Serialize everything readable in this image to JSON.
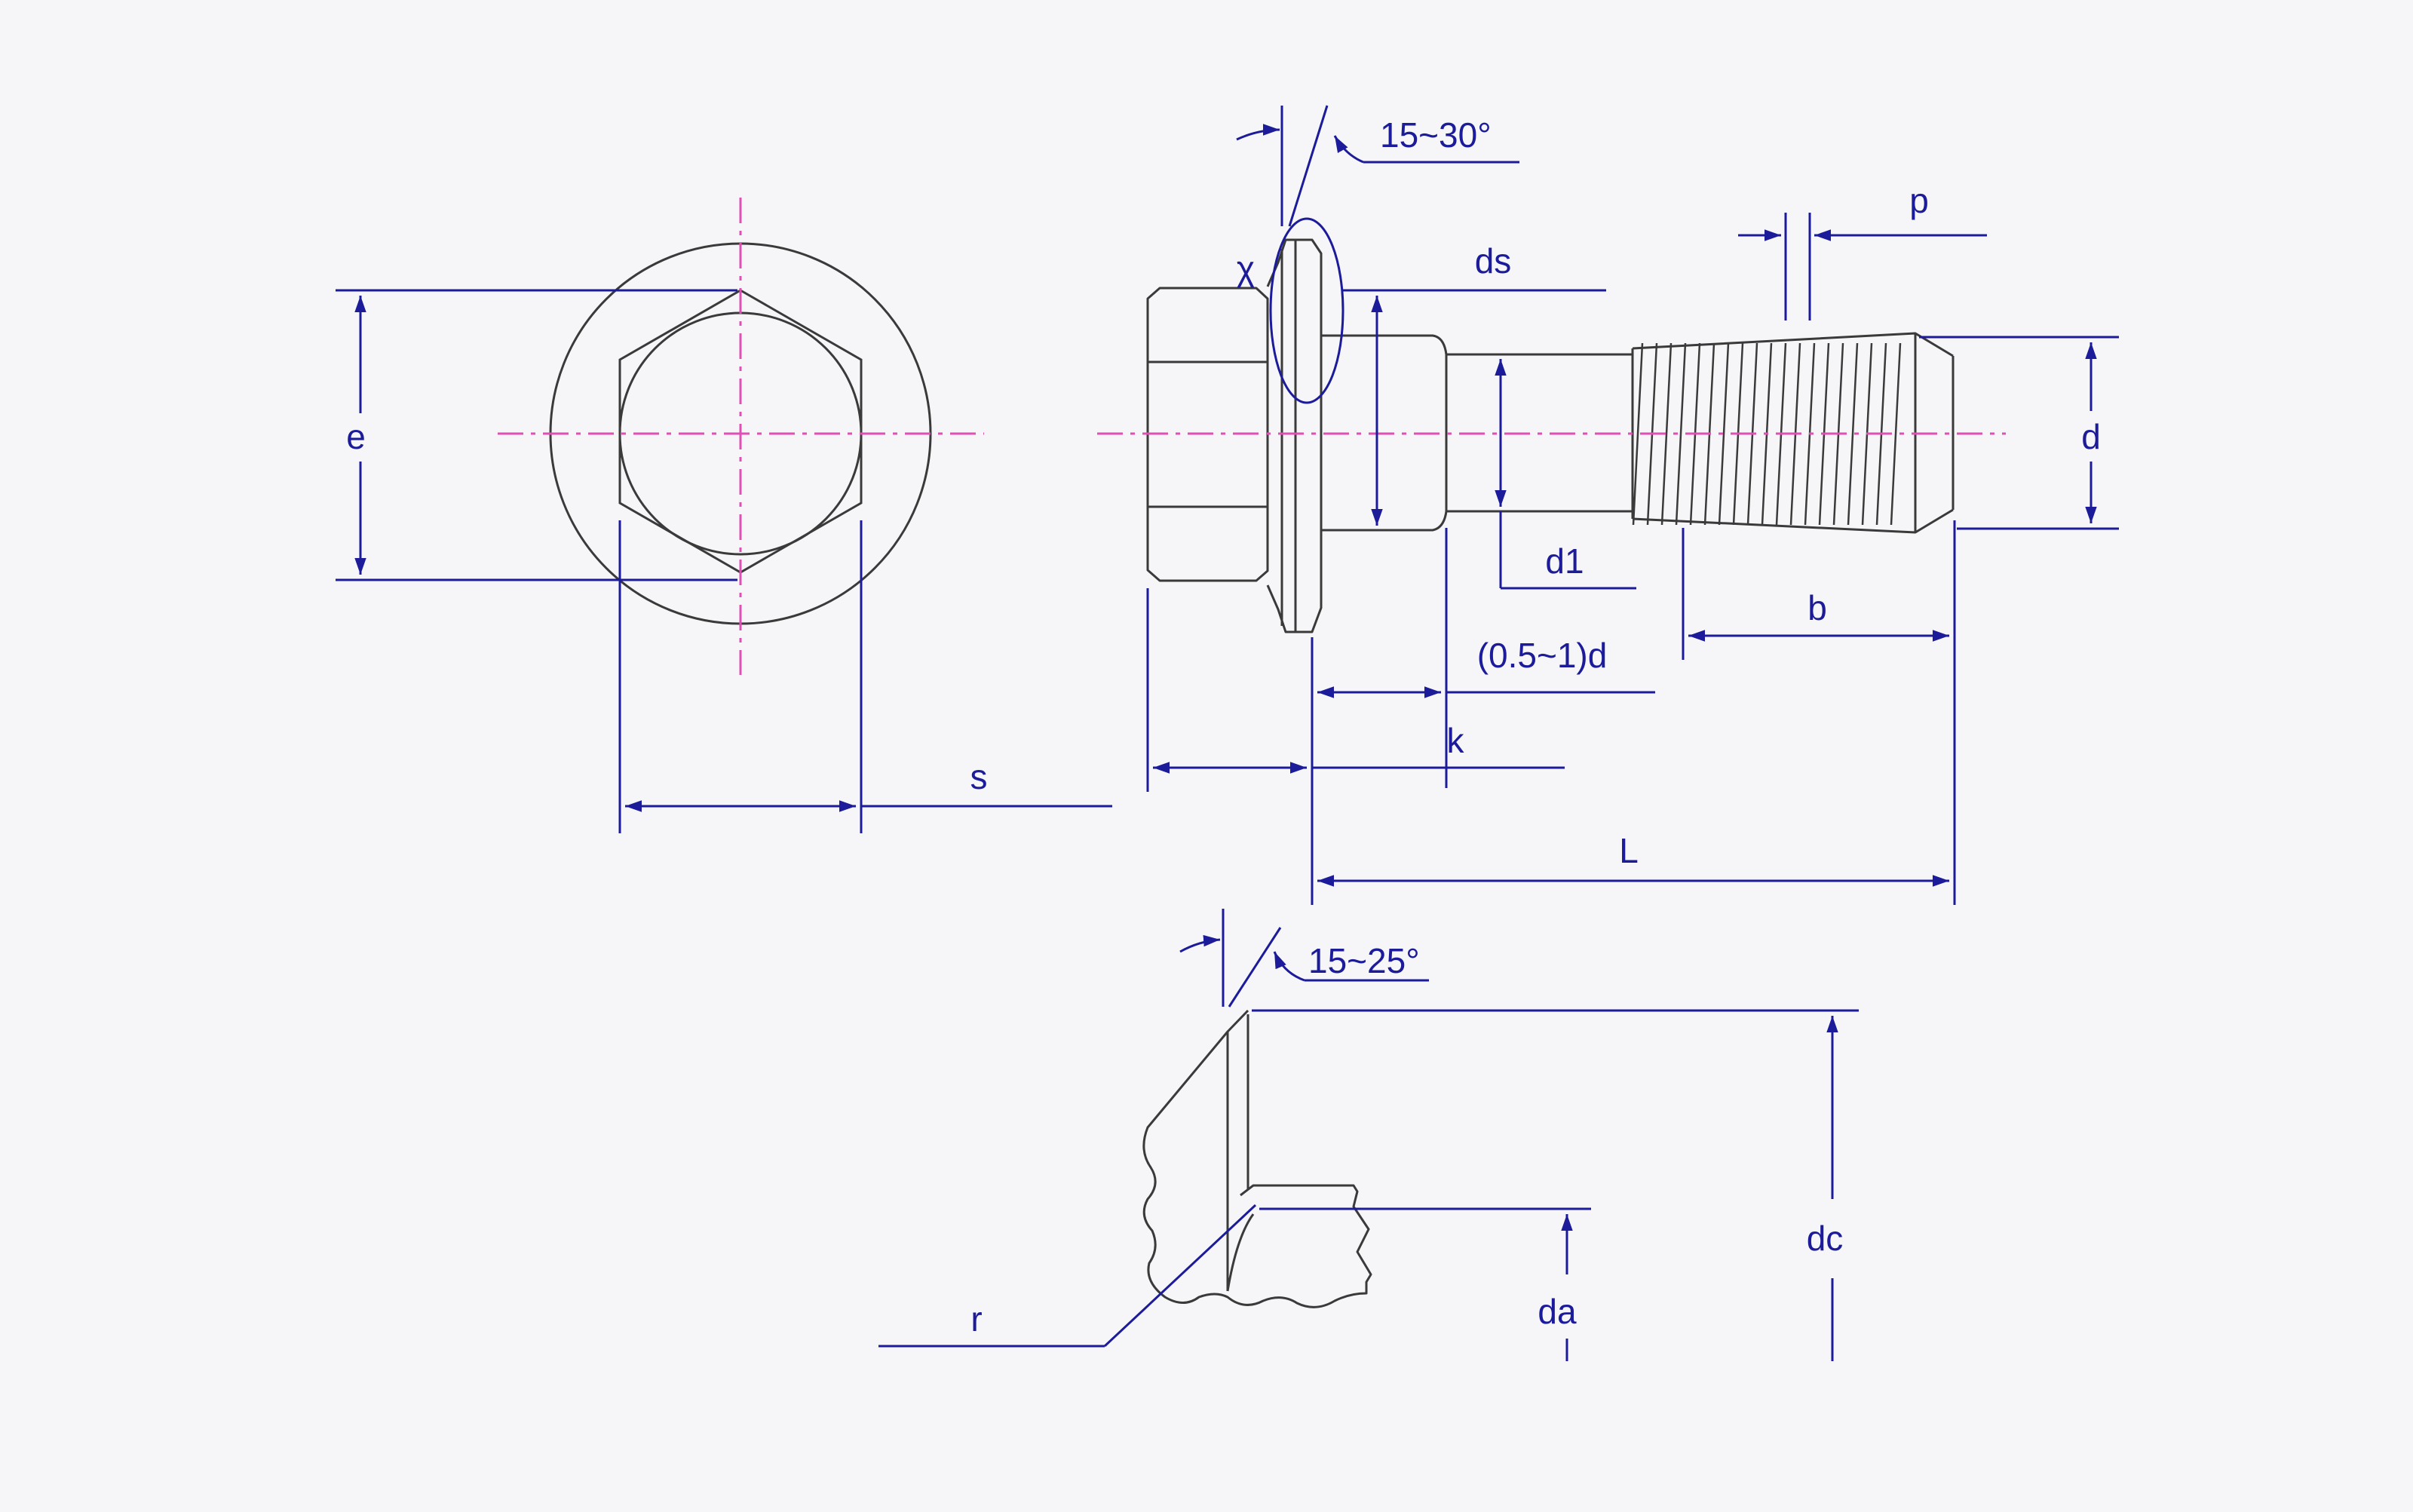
{
  "colors": {
    "outline": "#3a3a3a",
    "dimension": "#1c1c9a",
    "centerline": "#e04fb4",
    "background": "#f6f6f8"
  },
  "labels": {
    "e": "e",
    "s": "s",
    "chi": "χ",
    "flange_angle": "15~30°",
    "ds": "ds",
    "p": "p",
    "d": "d",
    "d1": "d1",
    "b": "b",
    "transition": "(0.5~1)d",
    "k": "k",
    "L": "L",
    "under_head_angle": "15~25°",
    "dc": "dc",
    "da": "da",
    "r": "r"
  }
}
